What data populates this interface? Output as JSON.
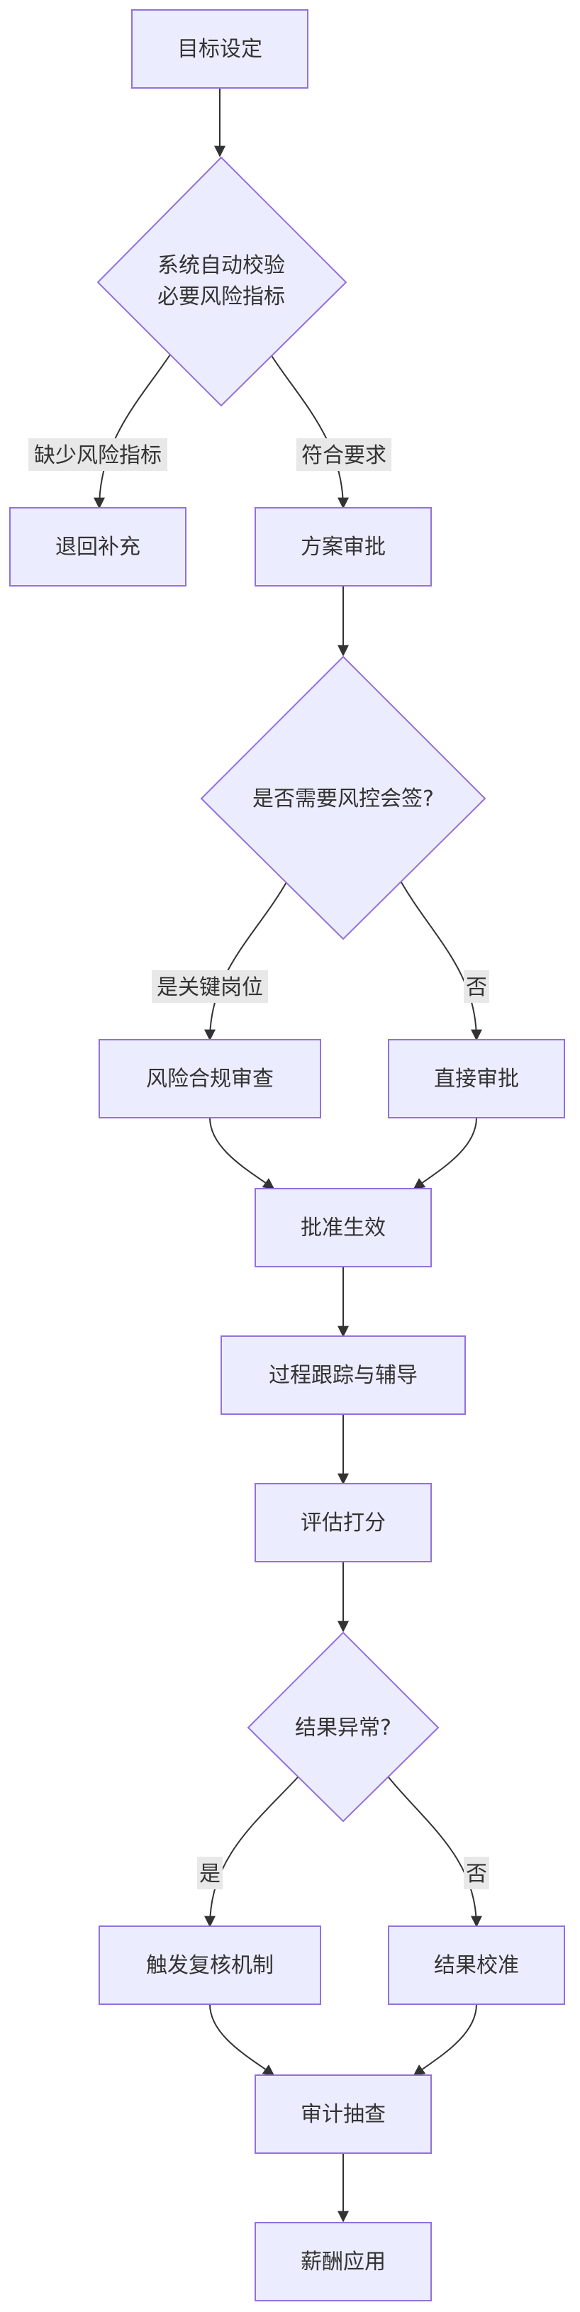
{
  "colors": {
    "node_fill": "#ececff",
    "node_stroke": "#9370db",
    "edge": "#333333",
    "label_bg": "#e8e8e8",
    "text": "#333333"
  },
  "nodes": {
    "goal": "目标设定",
    "check": [
      "系统自动校验",
      "必要风险指标"
    ],
    "return": "退回补充",
    "review": "方案审批",
    "risk_sign": "是否需要风控会签?",
    "compliance": "风险合规审查",
    "direct": "直接审批",
    "approved": "批准生效",
    "tracking": "过程跟踪与辅导",
    "scoring": "评估打分",
    "abnormal": "结果异常?",
    "recheck": "触发复核机制",
    "calibrate": "结果校准",
    "audit": "审计抽查",
    "pay": "薪酬应用"
  },
  "edge_labels": {
    "missing": "缺少风险指标",
    "meets": "符合要求",
    "key_post": "是关键岗位",
    "no1": "否",
    "yes2": "是",
    "no2": "否"
  }
}
